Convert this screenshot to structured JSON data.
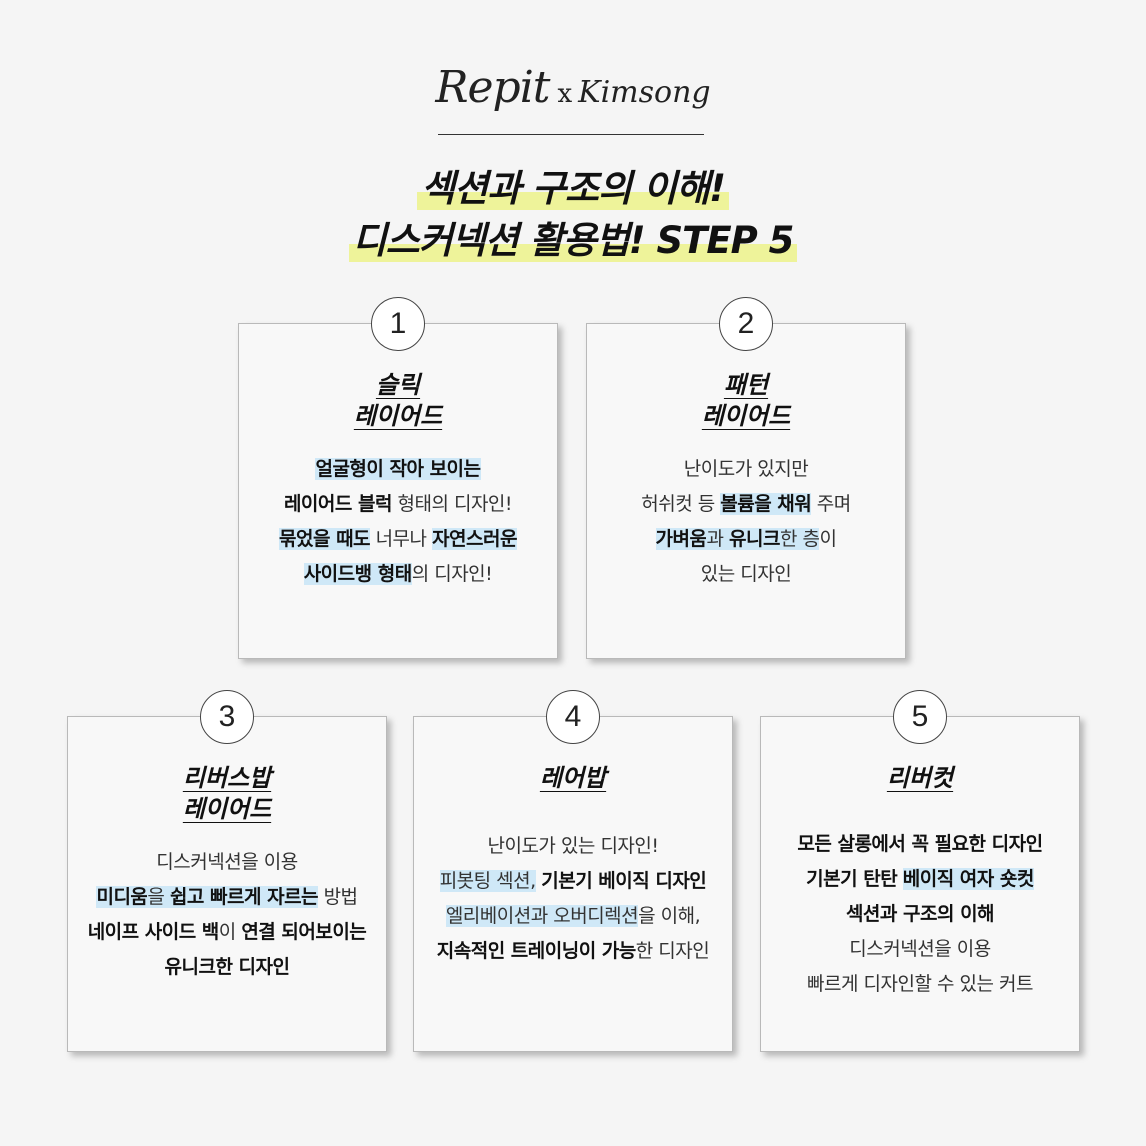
{
  "brand": {
    "primary": "Repit",
    "separator": "x",
    "secondary": "Kimsong"
  },
  "headline": {
    "line1": "섹션과 구조의 이해!",
    "line2": "디스커넥션 활용법!  STEP 5"
  },
  "colors": {
    "headline_highlight": "#eef39a",
    "text_highlight": "#cfe8f7"
  },
  "cards": [
    {
      "number": "1",
      "title": [
        "슬릭",
        "레이어드"
      ],
      "lines": [
        [
          {
            "t": "얼굴형이 작아 보이는",
            "b": true,
            "h": true
          }
        ],
        [
          {
            "t": "레이어드 블럭",
            "b": true
          },
          {
            "t": " 형태의 디자인!"
          }
        ],
        [
          {
            "t": "묶었을 때도",
            "b": true,
            "h": true
          },
          {
            "t": " 너무나 "
          },
          {
            "t": "자연스러운",
            "b": true,
            "h": true
          }
        ],
        [
          {
            "t": "사이드뱅 형태",
            "b": true,
            "h": true
          },
          {
            "t": "의 디자인!"
          }
        ]
      ]
    },
    {
      "number": "2",
      "title": [
        "패턴",
        "레이어드"
      ],
      "lines": [
        [
          {
            "t": "난이도가 있지만"
          }
        ],
        [
          {
            "t": "허쉬컷 등 "
          },
          {
            "t": "볼륨을 채워",
            "b": true,
            "h": true
          },
          {
            "t": " 주며"
          }
        ],
        [
          {
            "t": "가벼움",
            "b": true,
            "h": true
          },
          {
            "t": "과 ",
            "h": true
          },
          {
            "t": "유니크",
            "b": true,
            "h": true
          },
          {
            "t": "한 층",
            "h": true
          },
          {
            "t": "이"
          }
        ],
        [
          {
            "t": "있는 디자인"
          }
        ]
      ]
    },
    {
      "number": "3",
      "title": [
        "리버스밥",
        "레이어드"
      ],
      "lines": [
        [
          {
            "t": "디스커넥션을 이용"
          }
        ],
        [
          {
            "t": "미디움",
            "b": true,
            "h": true
          },
          {
            "t": "을 ",
            "h": true
          },
          {
            "t": "쉽고 빠르게 자르는",
            "b": true,
            "h": true
          },
          {
            "t": " 방법"
          }
        ],
        [
          {
            "t": "네이프 사이드 백",
            "b": true
          },
          {
            "t": "이 "
          },
          {
            "t": "연결 되어보이는",
            "b": true
          }
        ],
        [
          {
            "t": "유니크한 디자인",
            "b": true
          }
        ]
      ]
    },
    {
      "number": "4",
      "title": [
        "레어밥"
      ],
      "lines": [
        [
          {
            "t": "난이도가 있는 디자인!"
          }
        ],
        [
          {
            "t": "피봇팅 섹션,",
            "h": true
          },
          {
            "t": " "
          },
          {
            "t": "기본기 베이직 디자인",
            "b": true
          }
        ],
        [
          {
            "t": "엘리베이션과 오버디렉션",
            "h": true
          },
          {
            "t": "을 이해,"
          }
        ],
        [
          {
            "t": "지속적인 트레이닝이 가능",
            "b": true
          },
          {
            "t": "한 디자인"
          }
        ]
      ]
    },
    {
      "number": "5",
      "title": [
        "리버컷"
      ],
      "lines": [
        [
          {
            "t": "모든 살롱에서 꼭 필요한 디자인",
            "b": true
          }
        ],
        [
          {
            "t": "기본기 탄탄",
            "b": true
          },
          {
            "t": " "
          },
          {
            "t": "베이직 여자 숏컷",
            "b": true,
            "h": true
          }
        ],
        [
          {
            "t": "섹션과 구조의 이해",
            "b": true
          }
        ],
        [
          {
            "t": "디스커넥션을 이용"
          }
        ],
        [
          {
            "t": "빠르게 디자인할 수 있는 커트"
          }
        ]
      ]
    }
  ]
}
